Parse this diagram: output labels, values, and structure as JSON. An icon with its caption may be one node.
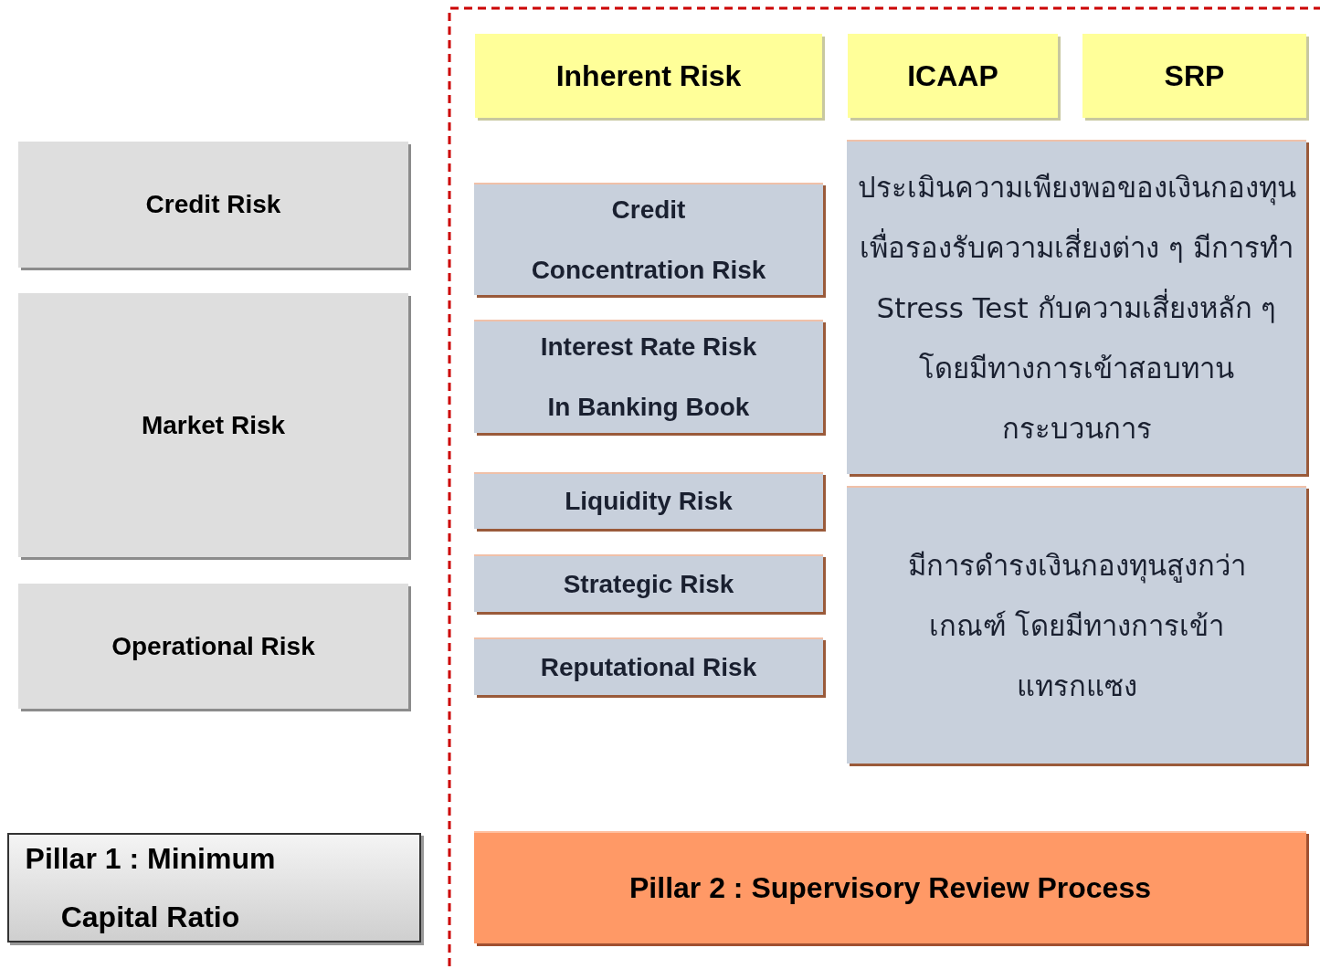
{
  "diagram": {
    "nodes": [
      {
        "text": [
          "Inherent Risk"
        ]
      },
      {
        "text": [
          "ICAAP"
        ]
      },
      {
        "text": [
          "SRP"
        ]
      },
      {
        "text": [
          "Credit Risk"
        ]
      },
      {
        "text": [
          "Credit Concentration Risk"
        ]
      },
      {
        "text": [
          "ประเมินความเพียงพอของเงินกองทุนเพื่อรองรับความเสี่ยงต่าง ๆ มีการทำ Stress Test กับความเสี่ยงหลัก ๆ โดยมีทางการเข้าสอบทานกระบวนการ"
        ]
      },
      {
        "text": [
          "Market Risk"
        ]
      },
      {
        "text": [
          "Interest Rate Risk In Banking Book"
        ]
      },
      {
        "text": [
          "Liquidity Risk"
        ]
      },
      {
        "text": [
          "Operational Risk"
        ]
      },
      {
        "text": [
          "Strategic Risk"
        ]
      },
      {
        "text": [
          "Reputational Risk"
        ]
      },
      {
        "text": [
          "มีการดำรงเงินกองทุนสูงกว่าเกณฑ์ โดยมีทางการเข้าแทรกแซง"
        ]
      },
      {
        "text": [
          "Pillar 1 : Minimum Capital Ratio"
        ]
      },
      {
        "text": [
          "Pillar 2 : Supervisory Review Process"
        ]
      }
    ],
    "edges": []
  }
}
